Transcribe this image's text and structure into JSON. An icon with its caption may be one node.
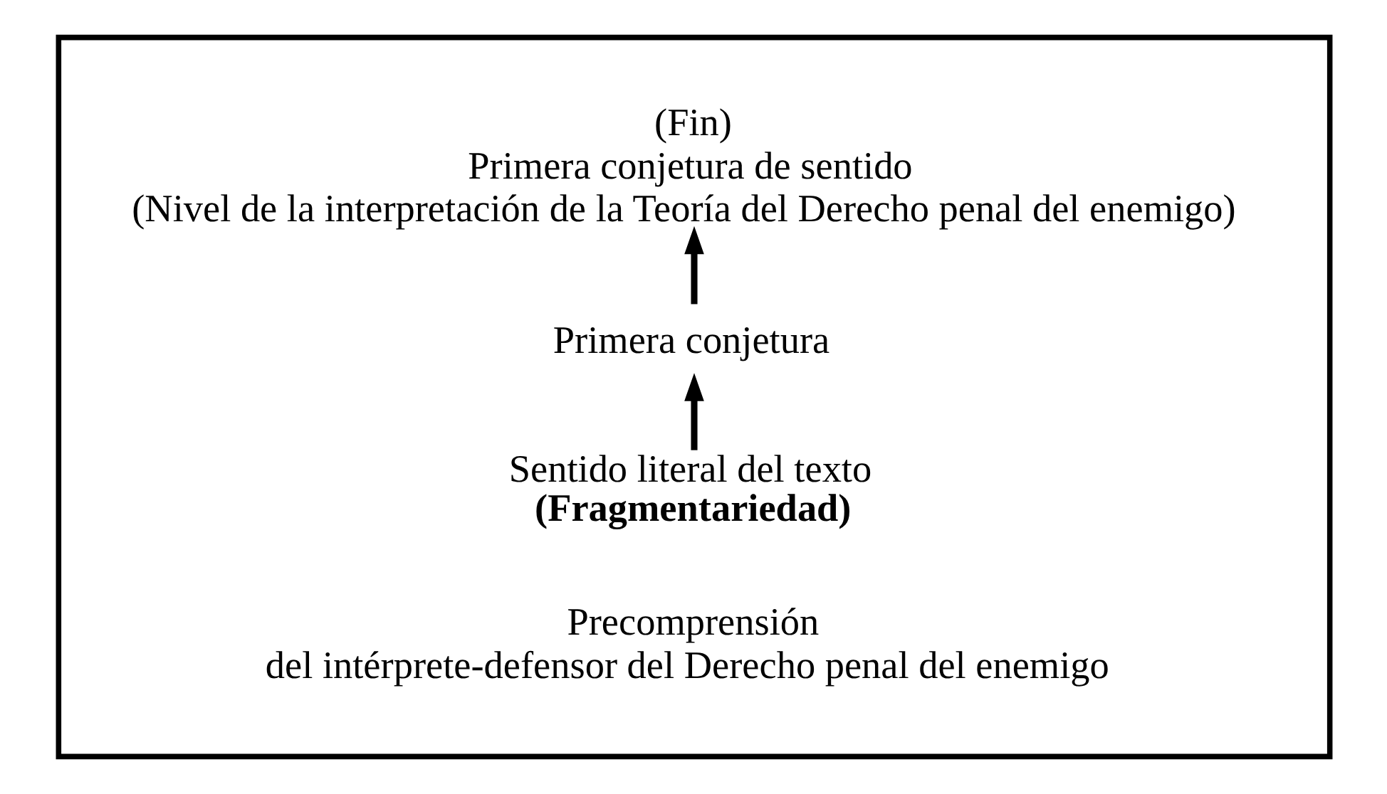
{
  "diagram": {
    "nodes": [
      {
        "text": [],
        "shape": "box"
      },
      {
        "text": [
          "(Fin)",
          "Primera conjetura de sentido",
          "(Nivel de la interpretación de la Teoría del Derecho penal del enemigo)"
        ],
        "in": 0
      },
      {
        "text": [
          "Primera conjetura"
        ],
        "in": 0
      },
      {
        "text": [
          "Sentido literal del texto",
          "(Fragmentariedad)"
        ],
        "in": 0
      }
    ],
    "edges": [
      {
        "from": 2,
        "to": 1,
        "arrow": "to"
      },
      {
        "from": 3,
        "to": 2,
        "arrow": "to"
      }
    ],
    "labels": [
      "Precomprensión del intérprete-defensor del Derecho penal del enemigo"
    ]
  }
}
